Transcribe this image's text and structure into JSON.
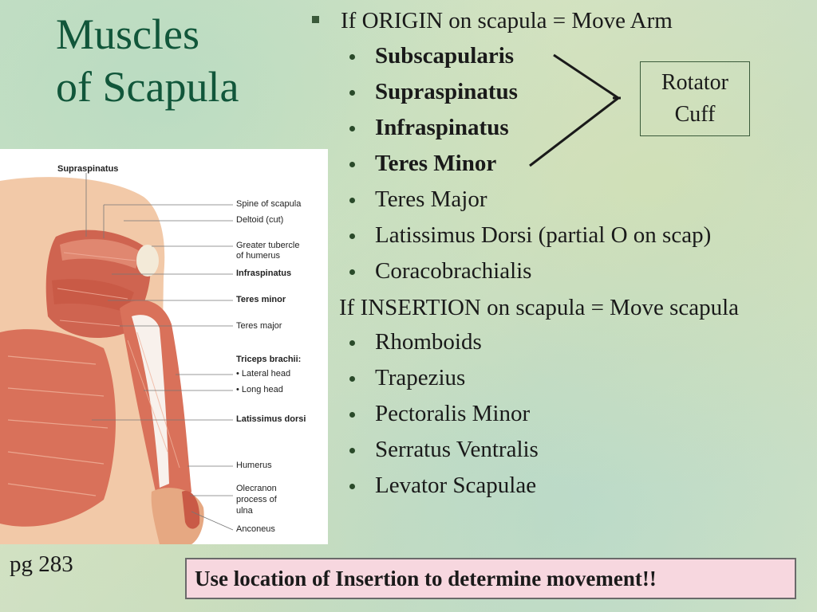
{
  "title": {
    "line1": "Muscles",
    "line2": "of Scapula"
  },
  "origin_heading": "If ORIGIN on scapula = Move Arm",
  "origin_items": [
    {
      "label": "Subscapularis",
      "bold": true
    },
    {
      "label": "Supraspinatus",
      "bold": true
    },
    {
      "label": "Infraspinatus",
      "bold": true
    },
    {
      "label": "Teres Minor",
      "bold": true
    },
    {
      "label": "Teres Major",
      "bold": false
    },
    {
      "label": "Latissimus Dorsi (partial O on scap)",
      "bold": false
    },
    {
      "label": "Coracobrachialis",
      "bold": false
    }
  ],
  "rotator_cuff": {
    "line1": "Rotator",
    "line2": "Cuff"
  },
  "insertion_heading": "If INSERTION on scapula = Move scapula",
  "insertion_items": [
    {
      "label": "Rhomboids"
    },
    {
      "label": "Trapezius"
    },
    {
      "label": "Pectoralis Minor"
    },
    {
      "label": "Serratus Ventralis"
    },
    {
      "label": "Levator Scapulae"
    }
  ],
  "figure": {
    "labels": {
      "supraspinatus": "Supraspinatus",
      "spine_of_scapula": "Spine of scapula",
      "deltoid_cut": "Deltoid (cut)",
      "greater_tubercle_1": "Greater tubercle",
      "greater_tubercle_2": "of humerus",
      "infraspinatus": "Infraspinatus",
      "teres_minor": "Teres minor",
      "teres_major": "Teres major",
      "triceps_brachii": "Triceps brachii:",
      "lateral_head": "• Lateral head",
      "long_head": "• Long head",
      "latissimus_dorsi": "Latissimus dorsi",
      "humerus": "Humerus",
      "olecranon_1": "Olecranon",
      "olecranon_2": "process of",
      "olecranon_3": "ulna",
      "anconeus": "Anconeus"
    }
  },
  "page_ref": "pg 283",
  "note": "Use location of Insertion to determine movement!!",
  "colors": {
    "title": "#11563a",
    "note_background": "#f7d7df",
    "muscle": "#d9715a"
  }
}
